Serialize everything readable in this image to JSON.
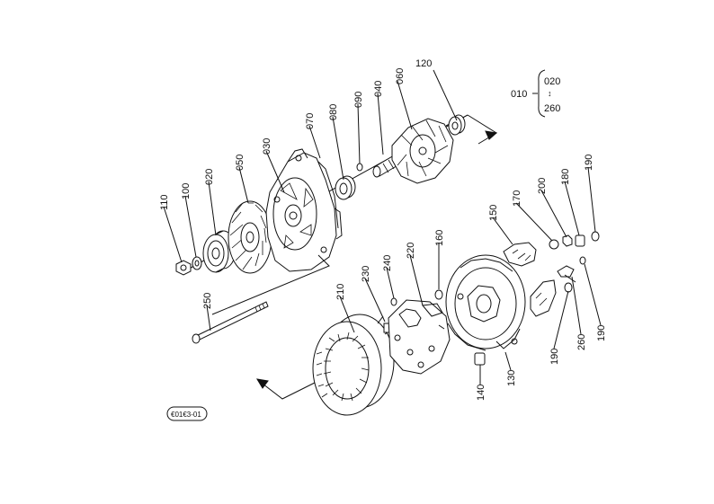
{
  "legend": {
    "main": "010",
    "range_start": "020",
    "range_separator": "↕",
    "range_end": "260"
  },
  "callouts": [
    {
      "id": "c-120",
      "label": "120"
    },
    {
      "id": "c-060",
      "label": "060"
    },
    {
      "id": "c-040",
      "label": "040"
    },
    {
      "id": "c-090",
      "label": "090"
    },
    {
      "id": "c-080",
      "label": "080"
    },
    {
      "id": "c-070",
      "label": "070"
    },
    {
      "id": "c-030",
      "label": "030"
    },
    {
      "id": "c-050",
      "label": "050"
    },
    {
      "id": "c-020",
      "label": "020"
    },
    {
      "id": "c-100",
      "label": "100"
    },
    {
      "id": "c-110",
      "label": "110"
    },
    {
      "id": "c-190a",
      "label": "190"
    },
    {
      "id": "c-180",
      "label": "180"
    },
    {
      "id": "c-200",
      "label": "200"
    },
    {
      "id": "c-170",
      "label": "170"
    },
    {
      "id": "c-150",
      "label": "150"
    },
    {
      "id": "c-160",
      "label": "160"
    },
    {
      "id": "c-220",
      "label": "220"
    },
    {
      "id": "c-240",
      "label": "240"
    },
    {
      "id": "c-230",
      "label": "230"
    },
    {
      "id": "c-210",
      "label": "210"
    },
    {
      "id": "c-250",
      "label": "250"
    },
    {
      "id": "c-140",
      "label": "140"
    },
    {
      "id": "c-130",
      "label": "130"
    },
    {
      "id": "c-190b",
      "label": "190"
    },
    {
      "id": "c-260",
      "label": "260"
    },
    {
      "id": "c-190c",
      "label": "190"
    }
  ],
  "stamp": "€01€3-01"
}
